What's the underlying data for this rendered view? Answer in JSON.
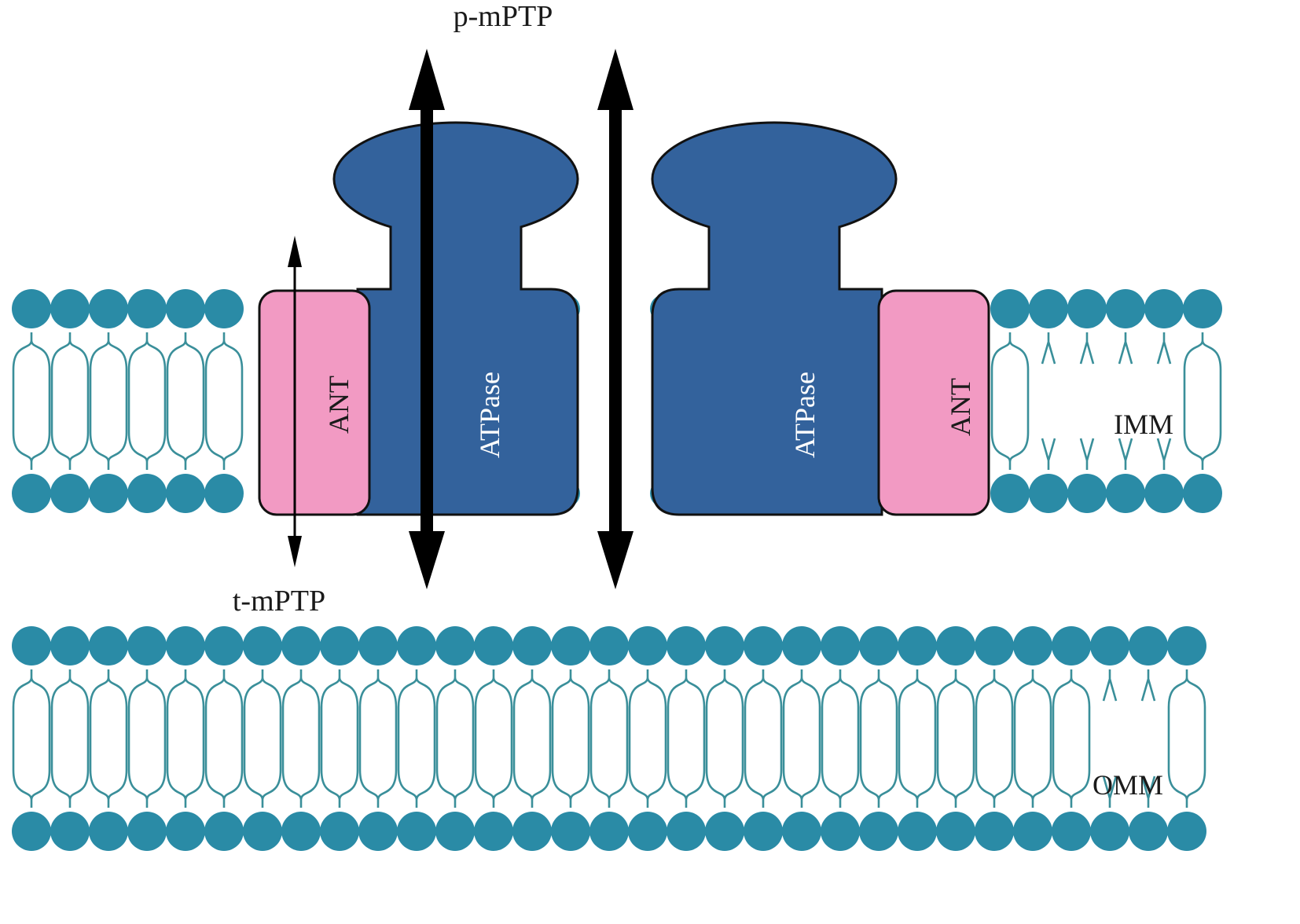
{
  "diagram": {
    "title_top": "p-mPTP",
    "title_bottom": "t-mPTP",
    "labels": {
      "imm": "IMM",
      "omm": "OMM",
      "ant_left": "ANT",
      "ant_right": "ANT",
      "atpase_left": "ATPase",
      "atpase_right": "ATPase"
    },
    "components": [
      {
        "id": "imm",
        "name": "Inner mitochondrial membrane",
        "type": "lipid-bilayer"
      },
      {
        "id": "omm",
        "name": "Outer mitochondrial membrane",
        "type": "lipid-bilayer"
      },
      {
        "id": "ant_left",
        "name": "ANT",
        "type": "protein"
      },
      {
        "id": "atpase_left",
        "name": "ATPase",
        "type": "protein"
      },
      {
        "id": "atpase_right",
        "name": "ATPase",
        "type": "protein"
      },
      {
        "id": "ant_right",
        "name": "ANT",
        "type": "protein"
      }
    ],
    "arrows": [
      {
        "id": "t-mptp-arrow",
        "label": "t-mPTP",
        "style": "thin",
        "direction": "bidirectional",
        "through": "ant_left"
      },
      {
        "id": "p-mptp-arrow-1",
        "label": "p-mPTP",
        "style": "thick",
        "direction": "bidirectional",
        "through": "atpase_left"
      },
      {
        "id": "p-mptp-arrow-2",
        "label": "p-mPTP",
        "style": "thick",
        "direction": "bidirectional",
        "through": "atpase-dimer-gap"
      }
    ],
    "colors": {
      "lipid": "#2a8ba6",
      "lipid_tail": "#3a8f9a",
      "atpase": "#33629c",
      "ant": "#f29ac3",
      "outline": "#111111",
      "arrow": "#000000",
      "text": "#1a1a1a",
      "text_on_protein": "#ffffff"
    }
  }
}
